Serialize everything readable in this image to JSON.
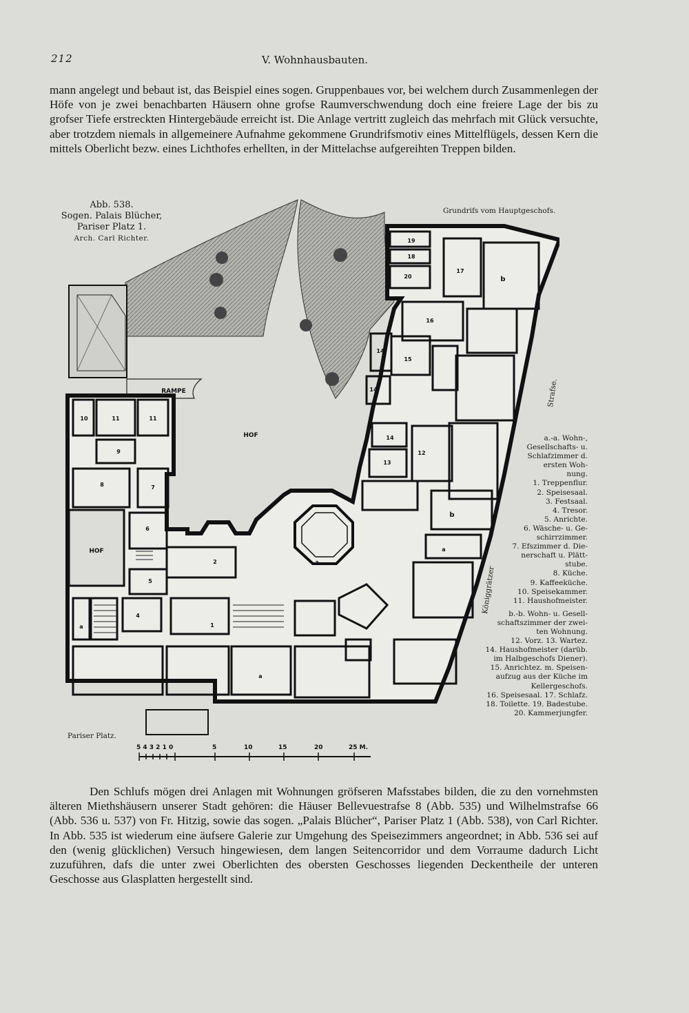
{
  "header": {
    "page_number": "212",
    "running_head": "V. Wohnhausbauten."
  },
  "paragraph_top": "mann angelegt und bebaut ist, das Beispiel eines sogen. Gruppenbaues vor, bei welchem durch Zusammenlegen der Höfe von je zwei benachbarten Häusern ohne grofse Raumverschwendung doch eine freiere Lage der bis zu grofser Tiefe erstreckten Hintergebäude erreicht ist. Die Anlage vertritt zugleich das mehrfach mit Glück versuchte, aber trotzdem niemals in allgemeinere Aufnahme gekommene Grundrifsmotiv eines Mittelflügels, dessen Kern die mittels Oberlicht bezw. eines Lichthofes erhellten, in der Mittelachse aufgereihten Treppen bilden.",
  "figure": {
    "caption_line1": "Abb. 538.",
    "caption_line2": "Sogen. Palais Blücher,",
    "caption_line3": "Pariser Platz 1.",
    "caption_line4": "Arch. Carl Richter.",
    "plan_title": "Grundrifs vom Hauptgeschofs.",
    "bottom_label": "Pariser Platz.",
    "street_right": "Strafse.",
    "street_koenig": "Königgrätzer",
    "rampe": "RAMPE",
    "hof1": "HOF",
    "hof2": "HOF",
    "scale_numbers": [
      "5 4 3 2 1 0",
      "5",
      "10",
      "15",
      "20",
      "25 M."
    ]
  },
  "rooms": [
    "19",
    "18",
    "20",
    "17",
    "b",
    "16",
    "14",
    "15",
    "14",
    "14",
    "13",
    "12",
    "10",
    "11",
    "11",
    "9",
    "8",
    "7",
    "6",
    "b",
    "a",
    "2",
    "3",
    "5",
    "4",
    "1",
    "a",
    "a"
  ],
  "legend": [
    "a.-a. Wohn-,",
    "Gesellschafts- u.",
    "Schlafzimmer d.",
    "ersten Woh-",
    "nung.",
    "1. Treppenflur.",
    "2. Speisesaal.",
    "3. Festsaal.",
    "4. Tresor.",
    "5. Anrichte.",
    "6. Wäsche- u. Ge-",
    "schirrzimmer.",
    "7. Efszimmer d. Die-",
    "nerschaft u. Plätt-",
    "stube.",
    "8. Küche.",
    "9. Kaffeeküche.",
    "10. Speisekammer.",
    "11. Haushofmeister.",
    "b.-b. Wohn- u. Gesell-",
    "schaftszimmer der zwei-",
    "ten Wohnung.",
    "12. Vorz. 13. Wartez.",
    "14. Haushofmeister (darüb.",
    "im Halbgeschofs Diener).",
    "15. Anrichtez. m. Speisen-",
    "aufzug aus der Küche im",
    "Kellergeschofs.",
    "16. Speisesaal. 17. Schlafz.",
    "18. Toilette. 19. Badestube.",
    "20. Kammerjungfer."
  ],
  "paragraph_bottom": "Den Schlufs mögen drei Anlagen mit Wohnungen gröfseren Mafsstabes bilden, die zu den vornehmsten älteren Miethshäusern unserer Stadt gehören: die Häuser Bellevuestrafse 8 (Abb. 535) und Wilhelmstrafse 66 (Abb. 536 u. 537) von Fr. Hitzig, sowie das sogen. „Palais Blücher“, Pariser Platz 1 (Abb. 538), von Carl Richter. In Abb. 535 ist wiederum eine äufsere Galerie zur Umgehung des Speisezimmers angeordnet; in Abb. 536 sei auf den (wenig glücklichen) Versuch hingewiesen, dem langen Seitencorridor und dem Vorraume dadurch Licht zuzuführen, dafs die unter zwei Oberlichten des obersten Geschosses liegenden Deckentheile der unteren Geschosse aus Glasplatten hergestellt sind.",
  "colors": {
    "paper": "#dcdcd9",
    "ink": "#1a1a1a",
    "wall": "#111111",
    "garden": "#9a9a96"
  }
}
